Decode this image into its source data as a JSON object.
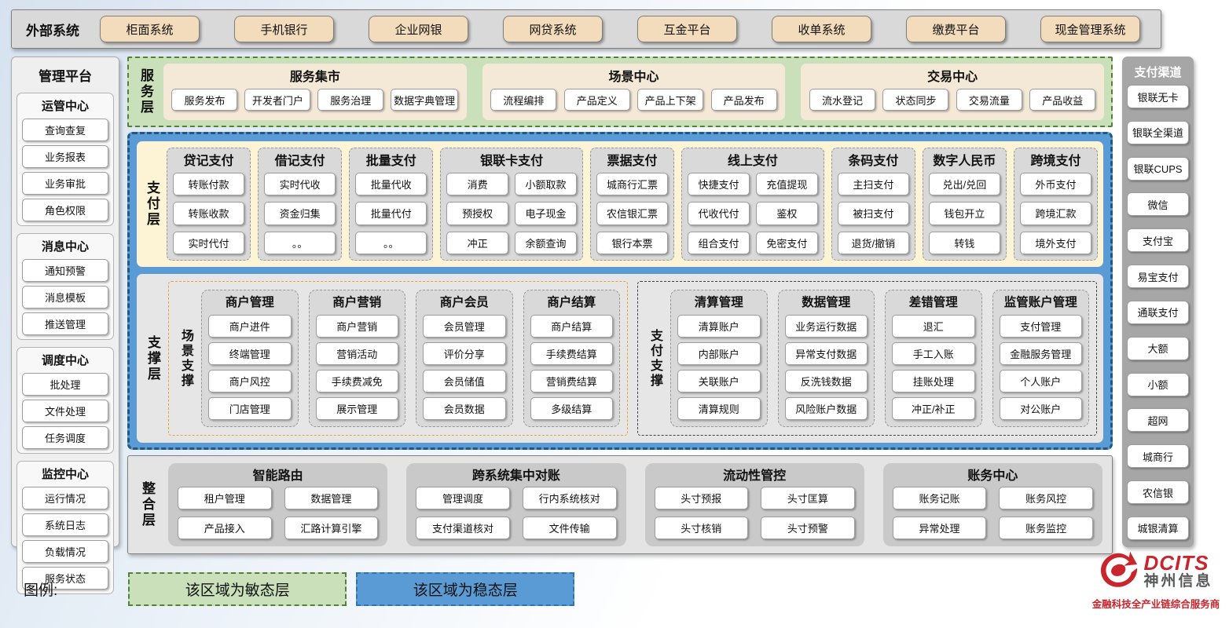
{
  "external": {
    "title": "外部系统",
    "systems": [
      "柜面系统",
      "手机银行",
      "企业网银",
      "网贷系统",
      "互金平台",
      "收单系统",
      "缴费平台",
      "现金管理系统"
    ]
  },
  "management": {
    "title": "管理平台",
    "groups": [
      {
        "title": "运管中心",
        "items": [
          "查询查复",
          "业务报表",
          "业务审批",
          "角色权限"
        ]
      },
      {
        "title": "消息中心",
        "items": [
          "通知预警",
          "消息模板",
          "推送管理"
        ]
      },
      {
        "title": "调度中心",
        "items": [
          "批处理",
          "文件处理",
          "任务调度"
        ]
      },
      {
        "title": "监控中心",
        "items": [
          "运行情况",
          "系统日志",
          "负载情况",
          "服务状态"
        ]
      }
    ]
  },
  "service_layer": {
    "label": "服务层",
    "groups": [
      {
        "title": "服务集市",
        "items": [
          "服务发布",
          "开发者门户",
          "服务治理",
          "数据字典管理"
        ]
      },
      {
        "title": "场景中心",
        "items": [
          "流程编排",
          "产品定义",
          "产品上下架",
          "产品发布"
        ]
      },
      {
        "title": "交易中心",
        "items": [
          "流水登记",
          "状态同步",
          "交易流量",
          "产品收益"
        ]
      }
    ]
  },
  "payment_layer": {
    "label": "支付层",
    "groups": [
      {
        "title": "贷记支付",
        "cols": 1,
        "items": [
          "转账付款",
          "转账收款",
          "实时代付"
        ]
      },
      {
        "title": "借记支付",
        "cols": 1,
        "items": [
          "实时代收",
          "资金归集",
          "。。"
        ]
      },
      {
        "title": "批量支付",
        "cols": 1,
        "items": [
          "批量代收",
          "批量代付",
          "。。"
        ]
      },
      {
        "title": "银联卡支付",
        "cols": 2,
        "items": [
          "消费",
          "小额取款",
          "预授权",
          "电子现金",
          "冲正",
          "余额查询"
        ]
      },
      {
        "title": "票据支付",
        "cols": 1,
        "items": [
          "城商行汇票",
          "农信银汇票",
          "银行本票"
        ]
      },
      {
        "title": "线上支付",
        "cols": 2,
        "items": [
          "快捷支付",
          "充值提现",
          "代收代付",
          "鉴权",
          "组合支付",
          "免密支付"
        ]
      },
      {
        "title": "条码支付",
        "cols": 1,
        "items": [
          "主扫支付",
          "被扫支付",
          "退货/撤销"
        ]
      },
      {
        "title": "数字人民币",
        "cols": 1,
        "items": [
          "兑出/兑回",
          "钱包开立",
          "转钱"
        ]
      },
      {
        "title": "跨境支付",
        "cols": 1,
        "items": [
          "外币支付",
          "跨境汇款",
          "境外支付"
        ]
      }
    ]
  },
  "support_layer": {
    "label": "支撑层",
    "sections": [
      {
        "label": "场景支撑",
        "style": "orange",
        "groups": [
          {
            "title": "商户管理",
            "items": [
              "商户进件",
              "终端管理",
              "商户风控",
              "门店管理"
            ]
          },
          {
            "title": "商户营销",
            "items": [
              "商户营销",
              "营销活动",
              "手续费减免",
              "展示管理"
            ]
          },
          {
            "title": "商户会员",
            "items": [
              "会员管理",
              "评价分享",
              "会员储值",
              "会员数据"
            ]
          },
          {
            "title": "商户结算",
            "items": [
              "商户结算",
              "手续费结算",
              "营销费结算",
              "多级结算"
            ]
          }
        ]
      },
      {
        "label": "支付支撑",
        "style": "dark",
        "groups": [
          {
            "title": "清算管理",
            "items": [
              "清算账户",
              "内部账户",
              "关联账户",
              "清算规则"
            ]
          },
          {
            "title": "数据管理",
            "items": [
              "业务运行数据",
              "异常支付数据",
              "反洗钱数据",
              "风险账户数据"
            ]
          },
          {
            "title": "差错管理",
            "items": [
              "退汇",
              "手工入账",
              "挂账处理",
              "冲正/补正"
            ]
          },
          {
            "title": "监管账户管理",
            "items": [
              "支付管理",
              "金融服务管理",
              "个人账户",
              "对公账户"
            ]
          }
        ]
      }
    ]
  },
  "integration_layer": {
    "label": "整合层",
    "groups": [
      {
        "title": "智能路由",
        "items": [
          "租户管理",
          "数据管理",
          "产品接入",
          "汇路计算引擎"
        ]
      },
      {
        "title": "跨系统集中对账",
        "items": [
          "管理调度",
          "行内系统核对",
          "支付渠道核对",
          "文件传输"
        ]
      },
      {
        "title": "流动性管控",
        "items": [
          "头寸预报",
          "头寸匡算",
          "头寸核销",
          "头寸预警"
        ]
      },
      {
        "title": "账务中心",
        "items": [
          "账务记账",
          "账务风控",
          "异常处理",
          "账务监控"
        ]
      }
    ]
  },
  "channels": {
    "title": "支付渠道",
    "items": [
      "银联无卡",
      "银联全渠道",
      "银联CUPS",
      "微信",
      "支付宝",
      "易宝支付",
      "通联支付",
      "大额",
      "小额",
      "超网",
      "城商行",
      "农信银",
      "城银清算"
    ]
  },
  "legend": {
    "label": "图例:",
    "agile": "该区域为敏态层",
    "stable": "该区域为稳态层"
  },
  "branding": {
    "name_en": "DCITS",
    "name_cn": "神州信息",
    "tagline": "金融科技全产业链综合服务商"
  },
  "colors": {
    "agile_green": "#c9e0ba",
    "green_border": "#538135",
    "stable_blue": "#5b9bd5",
    "blue_border": "#2e74b5",
    "payment_cream": "#fdf3d5",
    "external_tan": "#f3dcbc",
    "panel_gray": "#d9d9d9",
    "brand_red": "#c9252c"
  }
}
